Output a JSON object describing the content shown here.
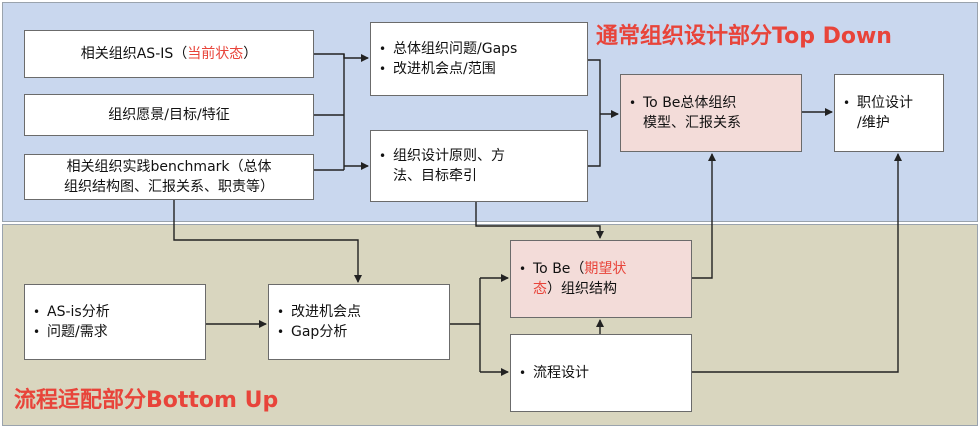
{
  "regions": {
    "top_title": "通常组织设计部分Top Down",
    "bottom_title": "流程适配部分Bottom Up"
  },
  "boxes": {
    "as_is": {
      "prefix": "相关组织AS-IS（",
      "highlight": "当前状态",
      "suffix": "）"
    },
    "vision": {
      "text": "组织愿景/目标/特征"
    },
    "benchmark": {
      "line1": "相关组织实践benchmark（总体",
      "line2": "组织结构图、汇报关系、职责等）"
    },
    "issues": {
      "items": [
        "总体组织问题/Gaps",
        "改进机会点/范围"
      ]
    },
    "principles": {
      "line1": "组织设计原则、方",
      "line2": "法、目标牵引"
    },
    "tobe_model": {
      "line1": "To Be总体组织",
      "line2": "模型、汇报关系"
    },
    "position": {
      "line1": "职位设计",
      "line2": "/维护"
    },
    "asis_analysis": {
      "items": [
        "AS-is分析",
        "问题/需求"
      ]
    },
    "improve": {
      "items": [
        "改进机会点",
        "Gap分析"
      ]
    },
    "tobe_expected": {
      "prefix": "To Be（",
      "highlight1": "期望状",
      "highlight2": "态",
      "suffix": "）组织结构"
    },
    "process": {
      "text": "流程设计"
    }
  },
  "colors": {
    "top_bg": "#c9d7ee",
    "bottom_bg": "#d9d6bf",
    "pink_box": "#f3dcd9",
    "title_red": "#e8443a"
  }
}
